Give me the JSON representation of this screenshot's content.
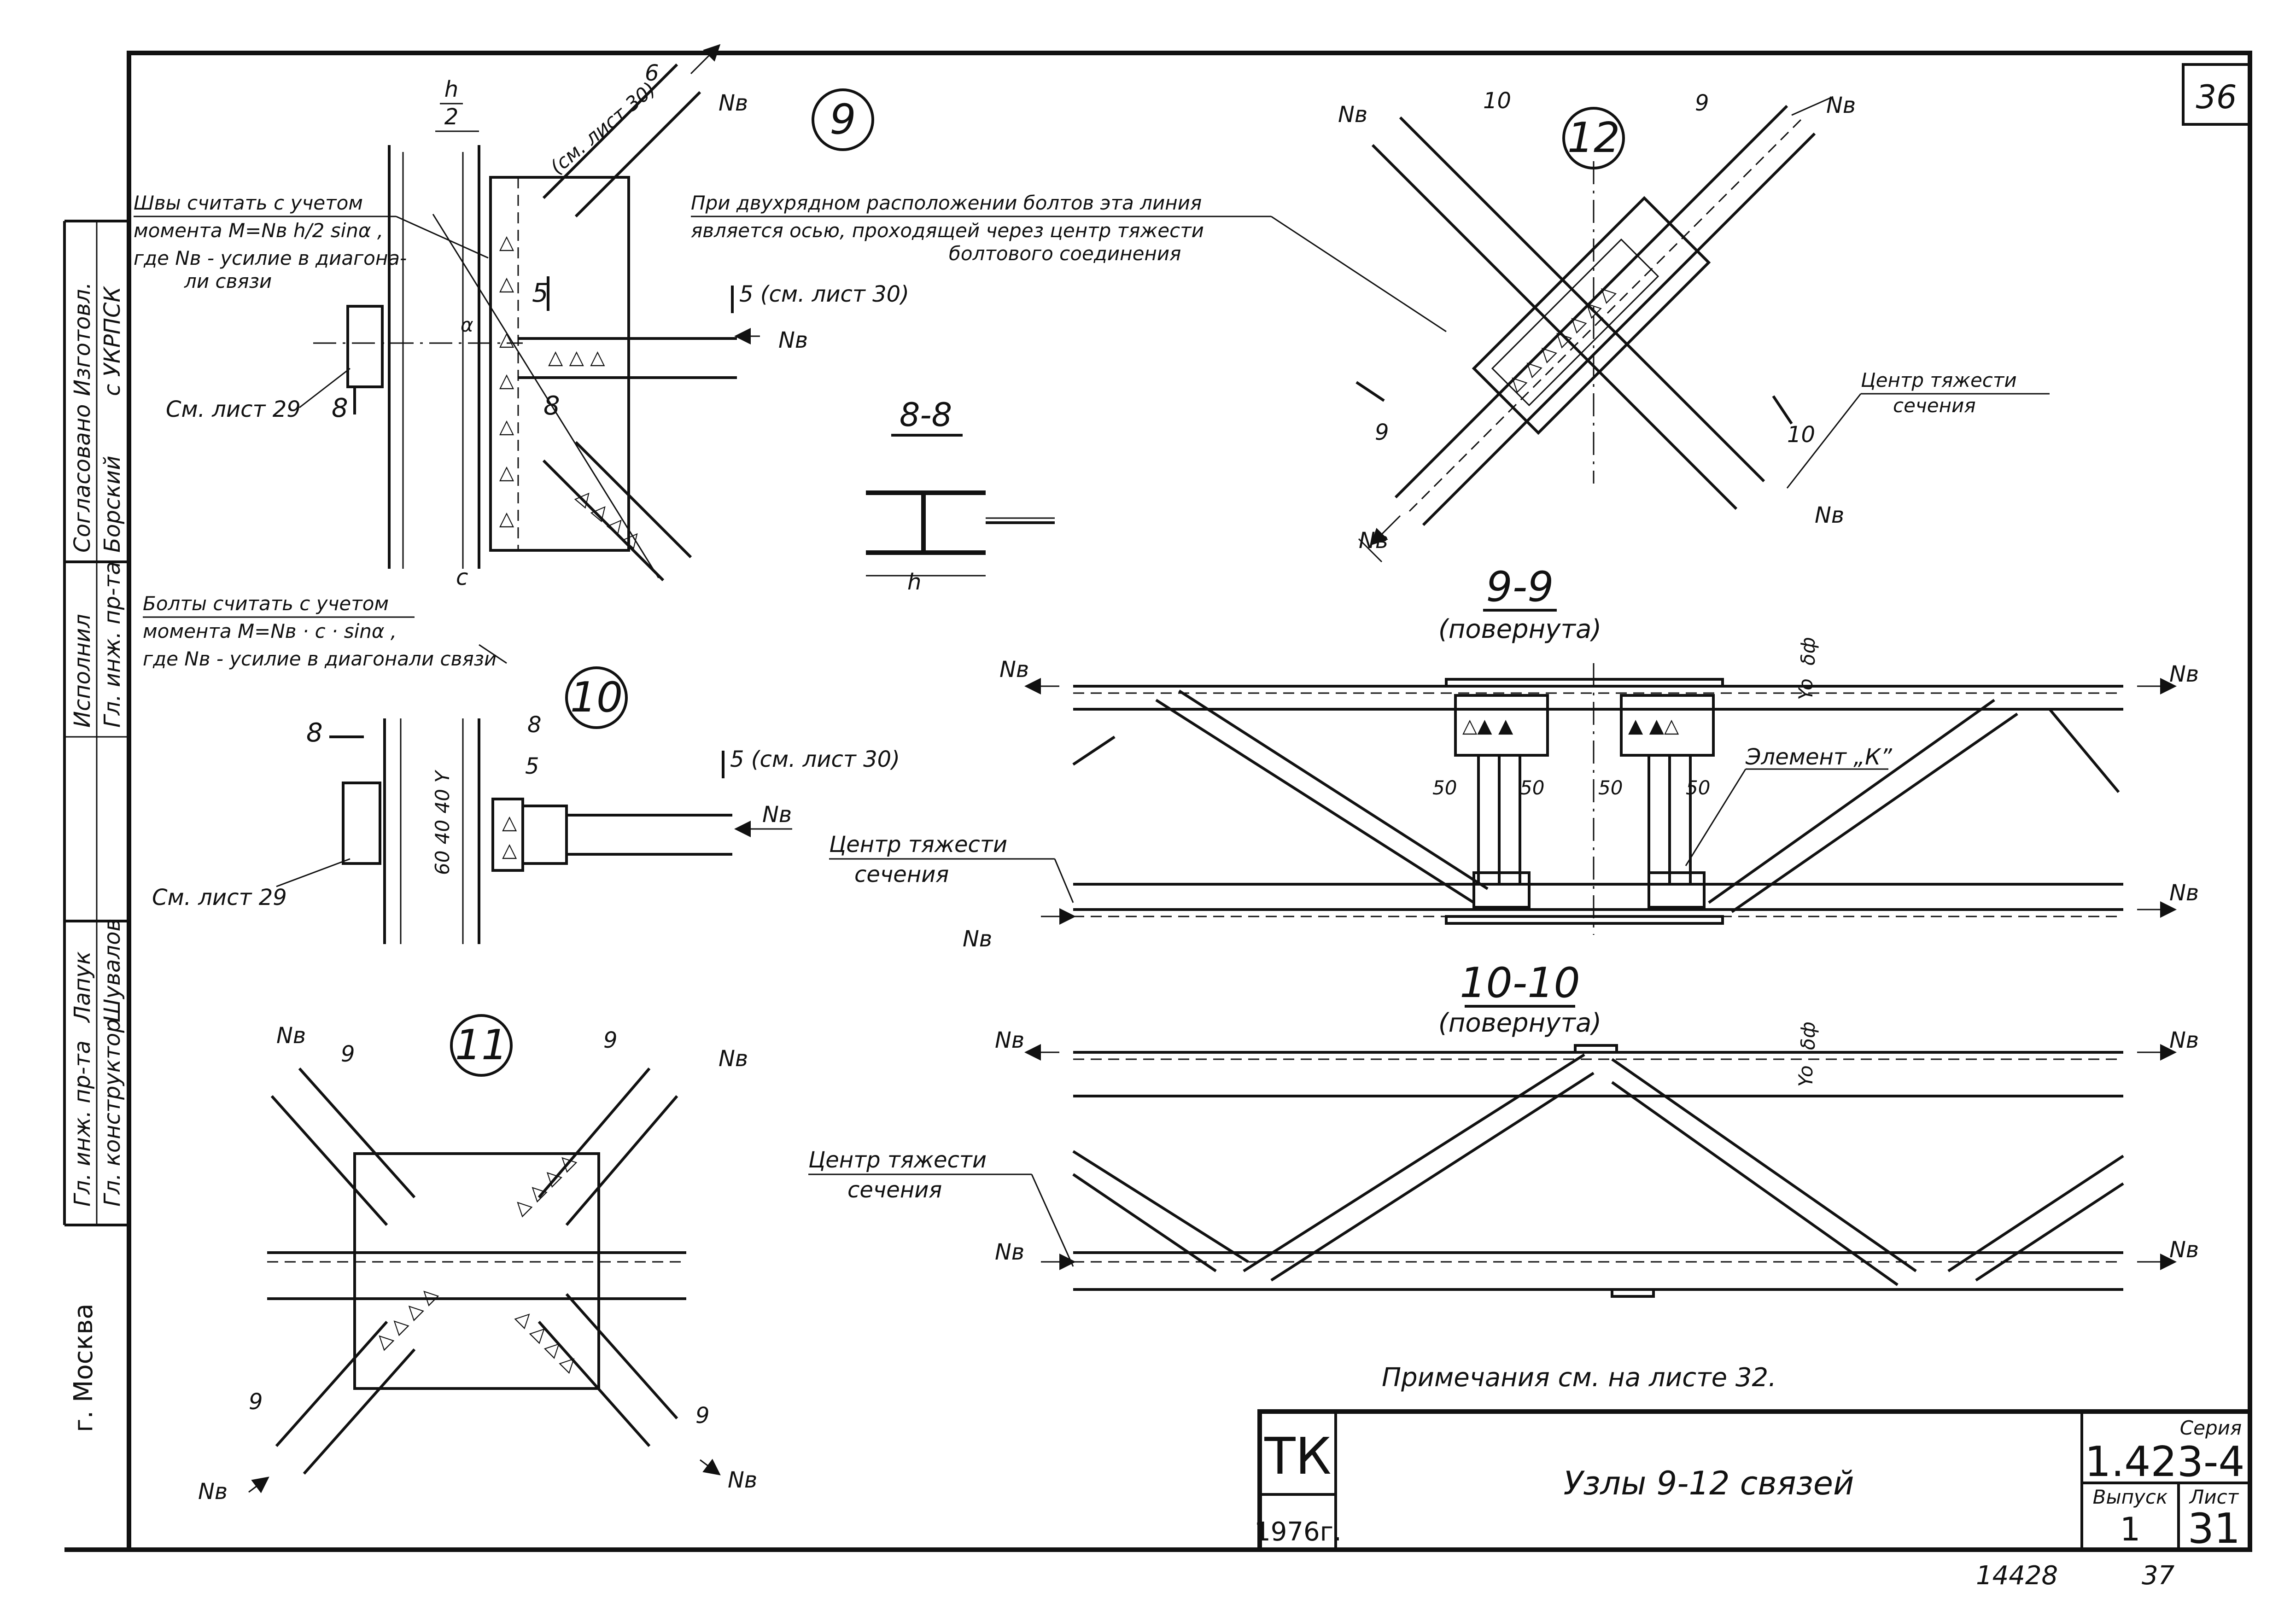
{
  "sheet": {
    "corner_number": "36",
    "notes": "Примечания   см.  на листе 32.",
    "stamp_code": "14428",
    "stamp_page": "37",
    "city": "г. Москва"
  },
  "title_block": {
    "org": "ТК",
    "year": "1976г.",
    "title": "Узлы 9-12 связей",
    "series_label": "Серия",
    "series": "1.423-4",
    "issue_label": "Выпуск",
    "issue": "1",
    "sheet_label": "Лист",
    "sheet_no": "31"
  },
  "side_block": {
    "roles": [
      "Гл. инж. пр-та",
      "Гл. конструктор",
      "Гл. инж. пр-та",
      "Исполнил",
      "Согласовано",
      "Изготовл."
    ],
    "names": [
      "Лапук",
      "Шувалов",
      "Борский",
      "с УКРПСК"
    ]
  },
  "node9": {
    "number": "9",
    "half_h": "h",
    "half_h_den": "2",
    "note1_l1": "Швы считать с учетом",
    "note1_l2": "момента M=Nв h/2 sinα ,",
    "note1_l3": "где Nв - усилие в диагона-",
    "note1_l4": "ли связи",
    "ref_sheet29": "См. лист 29",
    "cut5": "5 (см. лист 30)",
    "cut6": "(см. лист 30)",
    "force": "Nв",
    "alpha": "α",
    "c": "c",
    "sec8": "8",
    "sec5": "5",
    "sec6": "6"
  },
  "bolt_note": {
    "l1": "При двухрядном расположении  болтов  эта линия",
    "l2": "является  осью, проходящей  через центр тяжести",
    "l3": "болтового  соединения"
  },
  "section88": {
    "title": "8-8",
    "h": "h"
  },
  "node10": {
    "number": "10",
    "note_l1": "Болты считать с учетом",
    "note_l2": "момента  M=Nв · c · sinα ,",
    "note_l3": "где Nв - усилие в диагонали связи",
    "ref_sheet29": "См. лист 29",
    "cut5": "5 (см. лист 30)",
    "dims": "60  40 40  Y",
    "force": "Nв",
    "sec8": "8",
    "sec5": "5"
  },
  "node11": {
    "number": "11",
    "force": "Nв",
    "sec9": "9"
  },
  "node12": {
    "number": "12",
    "force": "Nв",
    "force_top": "Nв",
    "sec9": "9",
    "sec10": "10",
    "centroid_l1": "Центр тяжести",
    "centroid_l2": "сечения"
  },
  "section99": {
    "title": "9-9",
    "subtitle": "(повернута)",
    "element": "Элемент „К”",
    "dim50": "50",
    "centroid_l1": "Центр тяжести",
    "centroid_l2": "сечения",
    "force": "Nв",
    "yo": "Yo",
    "dfr": "δф"
  },
  "section1010": {
    "title": "10-10",
    "subtitle": "(повернута)",
    "centroid_l1": "Центр тяжести",
    "centroid_l2": "сечения",
    "force": "Nв",
    "yo": "Yo",
    "dfr": "δф"
  }
}
